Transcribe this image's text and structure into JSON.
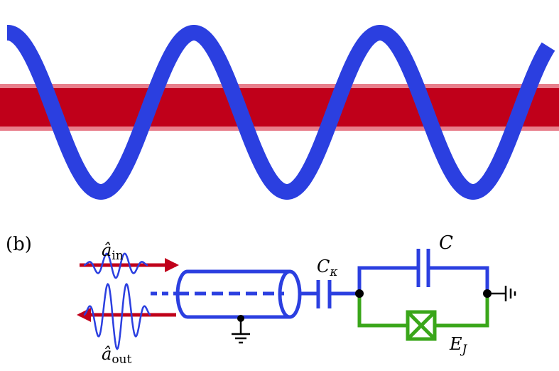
{
  "panel_label": "(b)",
  "labels": {
    "a_in": {
      "base": "â",
      "sub": "in"
    },
    "a_out": {
      "base": "â",
      "sub": "out"
    },
    "C_kappa": {
      "base": "C",
      "sub": "κ"
    },
    "C": "C",
    "E_J": {
      "base": "E",
      "sub": "J"
    }
  },
  "colors": {
    "wave": "#2b3fe0",
    "band": "#c0001a",
    "band_edge": "#e87f8c",
    "circuit": "#2b3fe0",
    "junction": "#3aa61a",
    "arrow": "#c0001a",
    "ground": "#000000"
  }
}
